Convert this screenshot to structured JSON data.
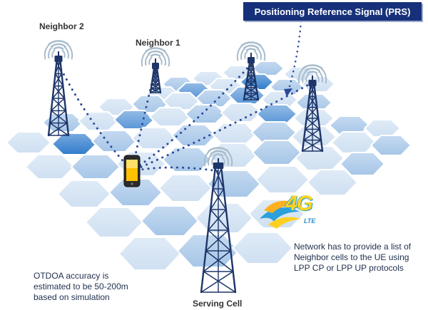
{
  "title_box": "Positioning Reference Signal (PRS)",
  "labels": {
    "neighbor2": "Neighbor 2",
    "neighbor1": "Neighbor 1",
    "serving_cell": "Serving Cell"
  },
  "notes": {
    "network": [
      "Network has to provide a list of",
      "Neighbor cells to the UE using",
      "LPP CP or LPP UP protocols"
    ],
    "accuracy": [
      "OTDOA accuracy is",
      "estimated to be 50-200m",
      "based on simulation"
    ]
  },
  "logo": {
    "main": "4G",
    "sub": "LTE"
  },
  "colors": {
    "title_box_bg": "#16307a",
    "hex_light": "#cfe0f2",
    "hex_mid": "#a6c6e8",
    "hex_dark": "#5b97d8",
    "hex_deep": "#2f7ccc",
    "tower": "#1e3568",
    "signal_dots": "#2a4a9a",
    "wave": "#a8bccb"
  },
  "icons": [
    "cell-tower-icon",
    "smartphone-icon",
    "signal-wave-icon",
    "4g-lte-logo"
  ]
}
